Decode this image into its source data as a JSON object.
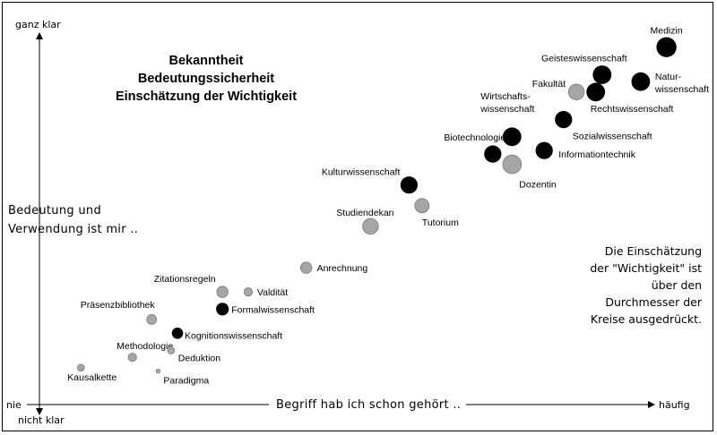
{
  "chart_data": {
    "type": "scatter",
    "title_lines": [
      "Bekanntheit",
      "Bedeutungssicherheit",
      "Einschätzung der Wichtigkeit"
    ],
    "y_top_label": "ganz klar",
    "y_bottom_label": "nicht klar",
    "ylabel_lines": [
      "Bedeutung und",
      "Verwendung ist mir .."
    ],
    "x_left_label": "nie",
    "x_right_label": "häufig",
    "xlabel": "Begriff hab ich schon gehört ..",
    "note_lines": [
      "Die Einschätzung",
      "der \"Wichtigkeit\" ist",
      "über den",
      "Durchmesser der",
      "Kreise ausgedrückt."
    ],
    "xlim": [
      0,
      1
    ],
    "ylim": [
      0,
      1
    ],
    "colors": {
      "black": "#000000",
      "gray": "#a6a6a6",
      "grayStroke": "#7a7a7a"
    },
    "points": [
      {
        "label": "Medizin",
        "x": 0.98,
        "y": 0.98,
        "size": 12,
        "color": "black"
      },
      {
        "label": "Geisteswissenschaft",
        "x": 0.88,
        "y": 0.9,
        "size": 11,
        "color": "black"
      },
      {
        "label": "Natur-\nwissenschaft",
        "x": 0.94,
        "y": 0.88,
        "size": 11,
        "color": "black"
      },
      {
        "label": "Rechtswissenschaft",
        "x": 0.87,
        "y": 0.85,
        "size": 11,
        "color": "black"
      },
      {
        "label": "Fakultät",
        "x": 0.84,
        "y": 0.85,
        "size": 9,
        "color": "gray"
      },
      {
        "label": "Sozialwissenschaft",
        "x": 0.82,
        "y": 0.77,
        "size": 10,
        "color": "black"
      },
      {
        "label": "Wirtschafts-\nwissenschaft",
        "x": 0.74,
        "y": 0.72,
        "size": 11,
        "color": "black"
      },
      {
        "label": "Biotechnologie",
        "x": 0.71,
        "y": 0.67,
        "size": 10,
        "color": "black"
      },
      {
        "label": "Informationtechnik",
        "x": 0.79,
        "y": 0.68,
        "size": 10,
        "color": "black"
      },
      {
        "label": "Dozentin",
        "x": 0.74,
        "y": 0.64,
        "size": 11,
        "color": "gray"
      },
      {
        "label": "Kulturwissenschaft",
        "x": 0.58,
        "y": 0.58,
        "size": 10,
        "color": "black"
      },
      {
        "label": "Tutorium",
        "x": 0.6,
        "y": 0.52,
        "size": 8,
        "color": "gray"
      },
      {
        "label": "Studiendekan",
        "x": 0.52,
        "y": 0.46,
        "size": 9,
        "color": "gray"
      },
      {
        "label": "Anrechnung",
        "x": 0.42,
        "y": 0.34,
        "size": 6,
        "color": "gray"
      },
      {
        "label": "Zitationsregeln",
        "x": 0.29,
        "y": 0.27,
        "size": 6,
        "color": "gray"
      },
      {
        "label": "Valdität",
        "x": 0.33,
        "y": 0.27,
        "size": 4,
        "color": "gray"
      },
      {
        "label": "Formalwissenschaft",
        "x": 0.29,
        "y": 0.22,
        "size": 7,
        "color": "black"
      },
      {
        "label": "Präsenzbibliothek",
        "x": 0.18,
        "y": 0.19,
        "size": 5,
        "color": "gray"
      },
      {
        "label": "Kognitionswissenschaft",
        "x": 0.22,
        "y": 0.15,
        "size": 6,
        "color": "black"
      },
      {
        "label": "Methodologie",
        "x": 0.15,
        "y": 0.08,
        "size": 4,
        "color": "gray"
      },
      {
        "label": "Deduktion",
        "x": 0.21,
        "y": 0.1,
        "size": 3,
        "color": "gray"
      },
      {
        "label": "Kausalkette",
        "x": 0.07,
        "y": 0.05,
        "size": 3,
        "color": "gray"
      },
      {
        "label": "Paradigma",
        "x": 0.19,
        "y": 0.04,
        "size": 1,
        "color": "gray"
      }
    ]
  }
}
